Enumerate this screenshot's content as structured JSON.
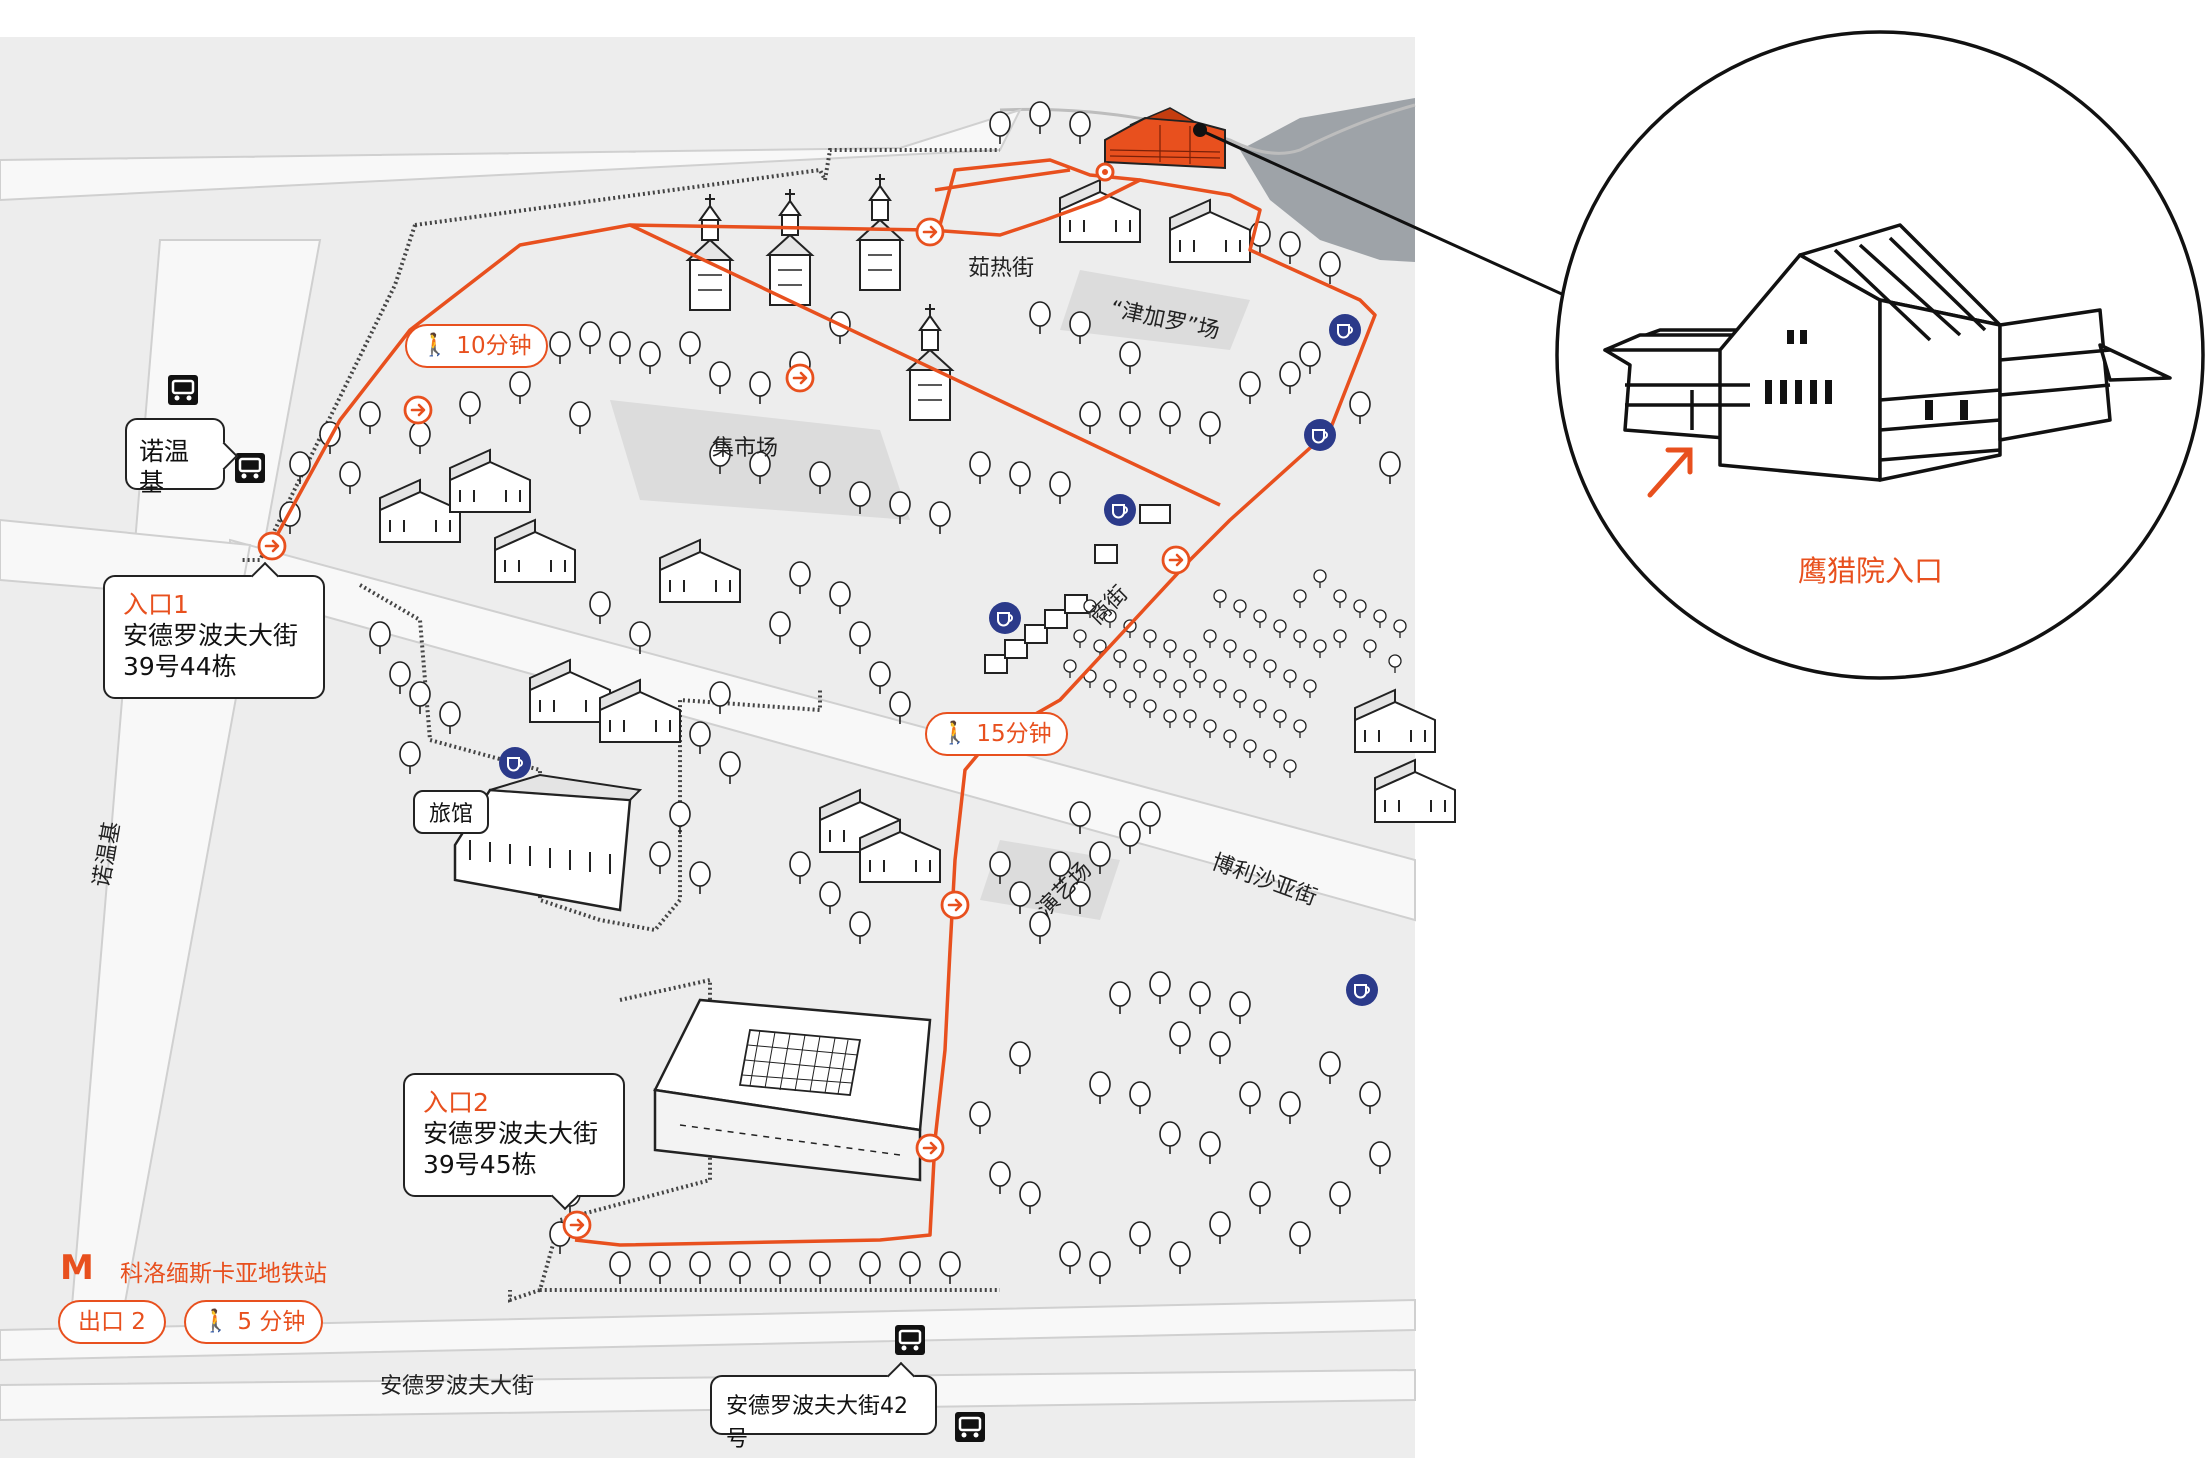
{
  "colors": {
    "route": "#e8501e",
    "ink": "#222222",
    "ground": "#ededed",
    "road": "#f7f7f7",
    "water": "#9aa0a6",
    "cafe": "#2b3a8a"
  },
  "icons": [
    "bus-stop-icon",
    "cafe-icon",
    "walker-icon",
    "metro-icon",
    "arrow-icon",
    "building-icon"
  ],
  "entrance1": {
    "title": "入口1",
    "line1": "安德罗波夫大街",
    "line2": "39号44栋"
  },
  "entrance2": {
    "title": "入口2",
    "line1": "安德罗波夫大街",
    "line2": "39号45栋"
  },
  "walk10": "10分钟",
  "walk15": "15分钟",
  "walk5": "5 分钟",
  "metro": {
    "station": "科洛缅斯卡亚地铁站",
    "exit": "出口 2"
  },
  "bus_stops": {
    "nowenji": "诺温基",
    "andropov42": "安德罗波夫大街42号"
  },
  "streets": {
    "rure": "茹热街",
    "zhanjialuo": "“津加罗”场",
    "market": "集市场",
    "shang": "商街",
    "yanyi": "演艺场",
    "bolisha": "博利沙亚街",
    "nowenji_road": "诺温基",
    "andropov": "安德罗波夫大街",
    "inn": "旅馆"
  },
  "inset": {
    "caption": "鹰猎院入口"
  }
}
